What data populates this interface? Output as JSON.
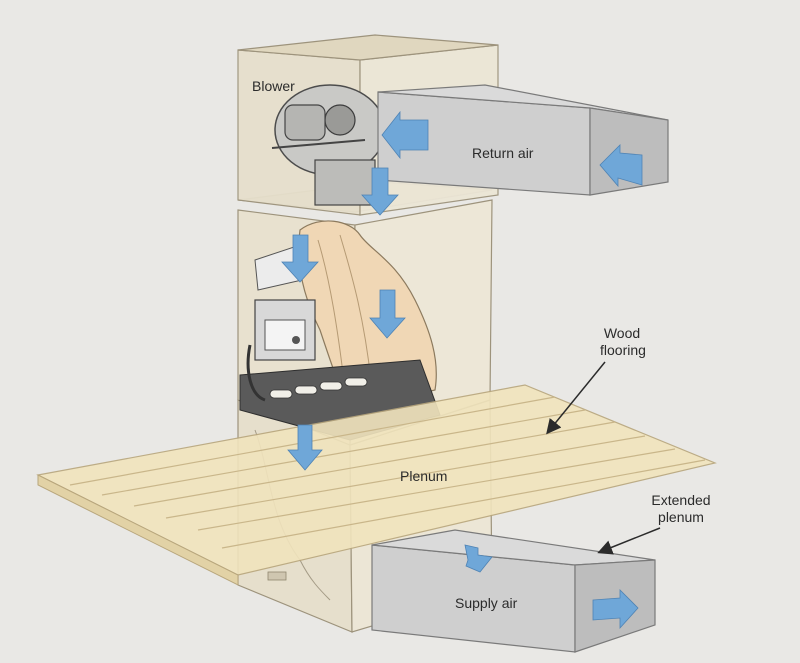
{
  "labels": {
    "blower": "Blower",
    "return_air": "Return air",
    "wood_flooring_line1": "Wood",
    "wood_flooring_line2": "flooring",
    "plenum": "Plenum",
    "extended_plenum_line1": "Extended",
    "extended_plenum_line2": "plenum",
    "supply_air": "Supply air"
  },
  "colors": {
    "background": "#e9e8e5",
    "cabinet": "#e4dcc7",
    "flooring": "#efe2b8",
    "duct": "#c9c9c9",
    "airflow_arrow": "#6fa7d8",
    "heat_exchanger": "#f0d7b5",
    "burner": "#4a4a4a"
  },
  "icons": [
    "airflow-arrow-icon",
    "leader-arrow-icon"
  ]
}
